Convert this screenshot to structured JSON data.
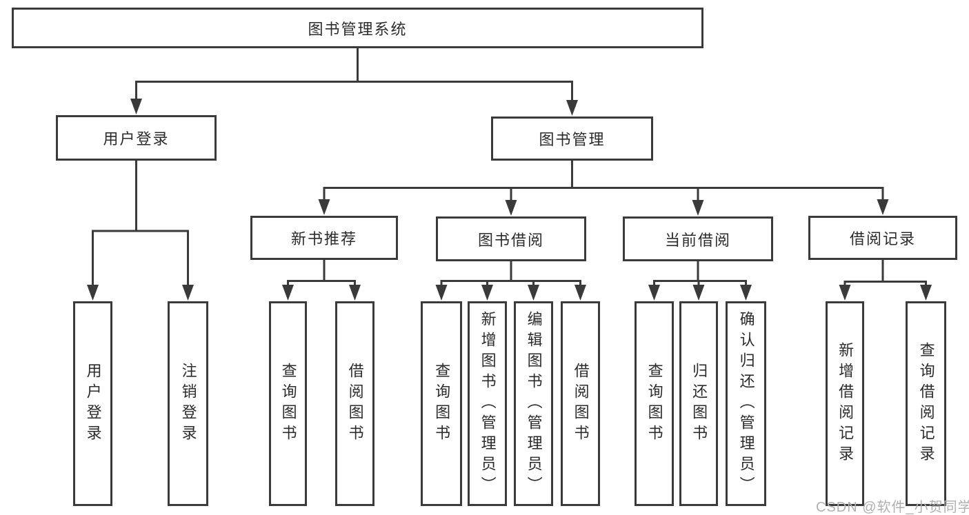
{
  "diagram_title": "图书管理系统",
  "tree": {
    "root": {
      "label": "图书管理系统",
      "children": [
        {
          "label": "用户登录",
          "children": [
            {
              "label": "用户登录"
            },
            {
              "label": "注销登录"
            }
          ]
        },
        {
          "label": "图书管理",
          "children": [
            {
              "label": "新书推荐",
              "children": [
                {
                  "label": "查询图书"
                },
                {
                  "label": "借阅图书"
                }
              ]
            },
            {
              "label": "图书借阅",
              "children": [
                {
                  "label": "查询图书"
                },
                {
                  "label": "新增图书（管理员）"
                },
                {
                  "label": "编辑图书（管理员）"
                },
                {
                  "label": "借阅图书"
                }
              ]
            },
            {
              "label": "当前借阅",
              "children": [
                {
                  "label": "查询图书"
                },
                {
                  "label": "归还图书"
                },
                {
                  "label": "确认归还（管理员）"
                }
              ]
            },
            {
              "label": "借阅记录",
              "children": [
                {
                  "label": "新增借阅记录"
                },
                {
                  "label": "查询借阅记录"
                }
              ]
            }
          ]
        }
      ]
    }
  },
  "watermark": {
    "text": "CSDN @软件_小贺同学"
  },
  "colors": {
    "line": "#3a3a3a",
    "text": "#2b2b2b",
    "watermark": "#b0b0b0",
    "background": "#ffffff"
  }
}
